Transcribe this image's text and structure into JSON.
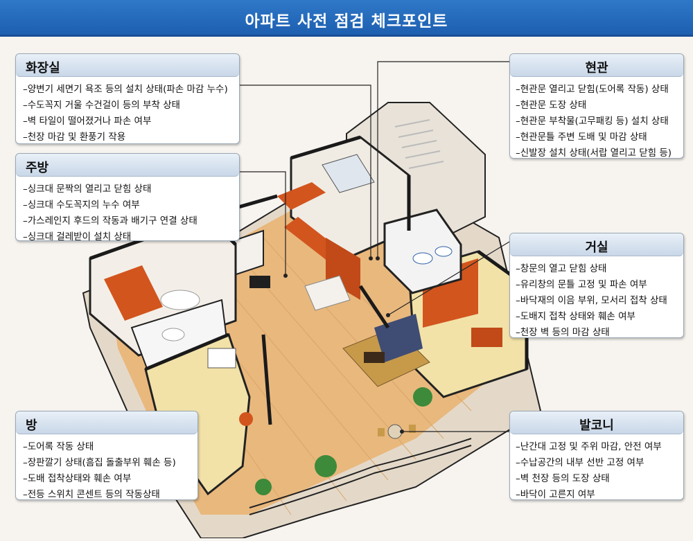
{
  "title": "아파트 사전 점검 체크포인트",
  "sections": {
    "bathroom": {
      "heading": "화장실",
      "items": [
        "–양변기 세면기 욕조 등의 설치 상태(파손 마감 누수)",
        "–수도꼭지 거울 수건걸이 등의 부착 상태",
        "–벽 타일이 떨어졌거나 파손 여부",
        "–천장 마감 및 환풍기 작용"
      ]
    },
    "kitchen": {
      "heading": "주방",
      "items": [
        "–싱크대 문짝의 열리고 닫힘 상태",
        "–싱크대 수도꼭지의 누수 여부",
        "–가스레인지 후드의 작동과 배기구 연결 상태",
        "–싱크대 걸레받이 설치 상태"
      ]
    },
    "entrance": {
      "heading": "현관",
      "items": [
        "–현관문 열리고 닫힘(도어록 작동) 상태",
        "–현관문 도장 상태",
        "–현관문 부착물(고무패킹 등) 설치 상태",
        "–현관문틀 주변 도배 및 마감 상태",
        "–신발장 설치 상태(서랍 열리고 닫힘 등)"
      ]
    },
    "living": {
      "heading": "거실",
      "items": [
        "–창문의 열고 닫힘 상태",
        "–유리창의 문틀 고정 및 파손 여부",
        "–바닥재의 이음 부위, 모서리 접착 상태",
        "–도배지 접착 상태와 훼손 여부",
        "–천장 벽 등의 마감 상태"
      ]
    },
    "room": {
      "heading": "방",
      "items": [
        "–도어록 작동 상태",
        "–장판깔기 상태(흠집 돌출부위 훼손 등)",
        "–도배 접착상태와 훼손 여부",
        "–전등 스위치 콘센트 등의 작동상태"
      ]
    },
    "balcony": {
      "heading": "발코니",
      "items": [
        "–난간대 고정 및 주위 마감, 안전 여부",
        "–수납공간의 내부 선반 고정 여부",
        "–벽 천장 등의 도장 상태",
        "–바닥이 고른지 여부"
      ]
    }
  },
  "colors": {
    "title_bg": "#2f78c8",
    "floor": "#e9b87d",
    "wall": "#f4f1ec",
    "cabinet": "#d2551e",
    "wall_top": "#1a1a1a"
  }
}
